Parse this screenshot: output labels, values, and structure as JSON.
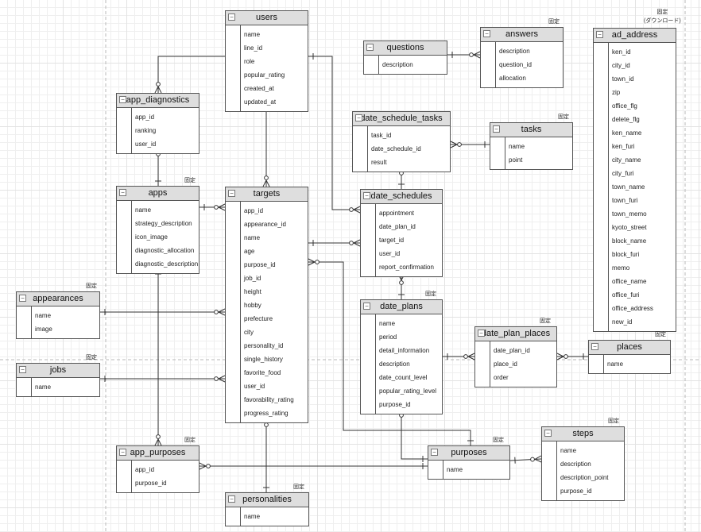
{
  "tables": [
    {
      "id": "users",
      "label": "users",
      "columns": [
        "name",
        "line_id",
        "role",
        "popular_rating",
        "created_at",
        "updated_at"
      ]
    },
    {
      "id": "questions",
      "label": "questions",
      "columns": [
        "description"
      ]
    },
    {
      "id": "answers",
      "label": "answers",
      "note": "固定",
      "columns": [
        "description",
        "question_id",
        "allocation"
      ]
    },
    {
      "id": "ad_address",
      "label": "ad_address",
      "note": "固定\n(ダウンロード)",
      "columns": [
        "ken_id",
        "city_id",
        "town_id",
        "zip",
        "office_flg",
        "delete_flg",
        "ken_name",
        "ken_furi",
        "city_name",
        "city_furi",
        "town_name",
        "town_furi",
        "town_memo",
        "kyoto_street",
        "block_name",
        "block_furi",
        "memo",
        "office_name",
        "office_furi",
        "office_address",
        "new_id"
      ]
    },
    {
      "id": "app_diagnostics",
      "label": "app_diagnostics",
      "columns": [
        "app_id",
        "ranking",
        "user_id"
      ]
    },
    {
      "id": "date_schedule_tasks",
      "label": "date_schedule_tasks",
      "columns": [
        "task_id",
        "date_schedule_id",
        "result"
      ]
    },
    {
      "id": "tasks",
      "label": "tasks",
      "note": "固定",
      "columns": [
        "name",
        "point"
      ]
    },
    {
      "id": "apps",
      "label": "apps",
      "note": "固定",
      "columns": [
        "name",
        "strategy_description",
        "icon_image",
        "diagnostic_allocation",
        "diagnostic_description"
      ]
    },
    {
      "id": "targets",
      "label": "targets",
      "columns": [
        "app_id",
        "appearance_id",
        "name",
        "age",
        "purpose_id",
        "job_id",
        "height",
        "hobby",
        "prefecture",
        "city",
        "personality_id",
        "single_history",
        "favorite_food",
        "user_id",
        "favorability_rating",
        "progress_rating"
      ]
    },
    {
      "id": "date_schedules",
      "label": "date_schedules",
      "columns": [
        "appointment",
        "date_plan_id",
        "target_id",
        "user_id",
        "report_confirmation"
      ]
    },
    {
      "id": "appearances",
      "label": "appearances",
      "note": "固定",
      "columns": [
        "name",
        "image"
      ]
    },
    {
      "id": "date_plans",
      "label": "date_plans",
      "note": "固定",
      "columns": [
        "name",
        "period",
        "detail_information",
        "description",
        "date_count_level",
        "popular_rating_level",
        "purpose_id"
      ]
    },
    {
      "id": "date_plan_places",
      "label": "date_plan_places",
      "note": "固定",
      "columns": [
        "date_plan_id",
        "place_id",
        "order"
      ]
    },
    {
      "id": "places",
      "label": "places",
      "note": "固定",
      "columns": [
        "name"
      ]
    },
    {
      "id": "jobs",
      "label": "jobs",
      "note": "固定",
      "columns": [
        "name"
      ]
    },
    {
      "id": "steps",
      "label": "steps",
      "note": "固定",
      "columns": [
        "name",
        "description",
        "description_point",
        "purpose_id"
      ]
    },
    {
      "id": "purposes",
      "label": "purposes",
      "note": "固定",
      "columns": [
        "name"
      ]
    },
    {
      "id": "app_purposes",
      "label": "app_purposes",
      "note": "固定",
      "columns": [
        "app_id",
        "purpose_id"
      ]
    },
    {
      "id": "personalities",
      "label": "personalities",
      "note": "固定",
      "columns": [
        "name"
      ]
    }
  ],
  "collapse_glyph": "−",
  "relationships": [
    {
      "from": "users",
      "to": "app_diagnostics",
      "from_end": "one",
      "to_end": "many"
    },
    {
      "from": "users",
      "to": "targets",
      "from_end": "one",
      "to_end": "many"
    },
    {
      "from": "users",
      "to": "date_schedules",
      "from_end": "one",
      "to_end": "many"
    },
    {
      "from": "questions",
      "to": "answers",
      "from_end": "one",
      "to_end": "many"
    },
    {
      "from": "apps",
      "to": "app_diagnostics",
      "from_end": "one",
      "to_end": "many"
    },
    {
      "from": "tasks",
      "to": "date_schedule_tasks",
      "from_end": "one",
      "to_end": "many"
    },
    {
      "from": "date_schedules",
      "to": "date_schedule_tasks",
      "from_end": "one",
      "to_end": "many"
    },
    {
      "from": "apps",
      "to": "targets",
      "from_end": "one",
      "to_end": "many"
    },
    {
      "from": "targets",
      "to": "date_schedules",
      "from_end": "one",
      "to_end": "many"
    },
    {
      "from": "date_plans",
      "to": "date_schedules",
      "from_end": "one",
      "to_end": "many"
    },
    {
      "from": "appearances",
      "to": "targets",
      "from_end": "one",
      "to_end": "many"
    },
    {
      "from": "jobs",
      "to": "targets",
      "from_end": "one",
      "to_end": "many"
    },
    {
      "from": "date_plans",
      "to": "date_plan_places",
      "from_end": "one",
      "to_end": "many"
    },
    {
      "from": "places",
      "to": "date_plan_places",
      "from_end": "one",
      "to_end": "many"
    },
    {
      "from": "purposes",
      "to": "targets",
      "from_end": "one",
      "to_end": "many"
    },
    {
      "from": "purposes",
      "to": "date_plans",
      "from_end": "one",
      "to_end": "many"
    },
    {
      "from": "purposes",
      "to": "steps",
      "from_end": "one",
      "to_end": "many"
    },
    {
      "from": "purposes",
      "to": "app_purposes",
      "from_end": "one",
      "to_end": "many"
    },
    {
      "from": "apps",
      "to": "app_purposes",
      "from_end": "one",
      "to_end": "many"
    },
    {
      "from": "personalities",
      "to": "targets",
      "from_end": "one",
      "to_end": "many"
    }
  ]
}
